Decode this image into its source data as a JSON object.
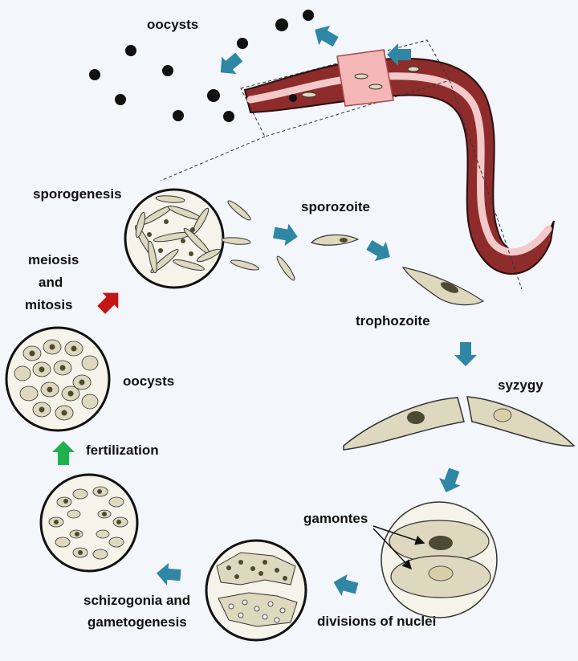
{
  "labels": {
    "oocysts_top": "oocysts",
    "sporogenesis": "sporogenesis",
    "sporozoite": "sporozoite",
    "trophozoite": "trophozoite",
    "syzygy": "syzygy",
    "meiosis_1": "meiosis",
    "meiosis_2": "and",
    "meiosis_3": "mitosis",
    "oocysts_left": "oocysts",
    "fertilization": "fertilization",
    "gamontes": "gamontes",
    "schizogonia_1": "schizogonia and",
    "schizogonia_2": "gametogenesis",
    "divisions": "divisions of nuclei"
  },
  "colors": {
    "background": "#f3f6fb",
    "arrow_teal": "#2f86a5",
    "arrow_red": "#c41616",
    "arrow_green": "#1fb14a",
    "worm_dark": "#8e2c2c",
    "worm_light": "#f3c9c9",
    "cell_fill": "#ddd8be",
    "nucleus": "#4d4a33"
  }
}
